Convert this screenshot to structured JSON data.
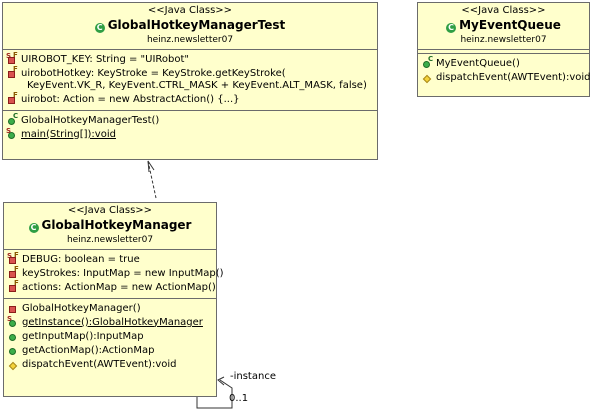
{
  "stereotype": "<<Java Class>>",
  "classes": {
    "test": {
      "name": "GlobalHotkeyManagerTest",
      "package": "heinz.newsletter07",
      "fields": [
        "UIROBOT_KEY: String = \"UIRobot\"",
        "uirobotHotkey: KeyStroke = KeyStroke.getKeyStroke(",
        "KeyEvent.VK_R, KeyEvent.CTRL_MASK + KeyEvent.ALT_MASK, false)",
        "uirobot: Action = new AbstractAction() {...}"
      ],
      "methods": [
        "GlobalHotkeyManagerTest()",
        "main(String[]):void"
      ]
    },
    "queue": {
      "name": "MyEventQueue",
      "package": "heinz.newsletter07",
      "methods": [
        "MyEventQueue()",
        "dispatchEvent(AWTEvent):void"
      ]
    },
    "manager": {
      "name": "GlobalHotkeyManager",
      "package": "heinz.newsletter07",
      "fields": [
        "DEBUG: boolean = true",
        "keyStrokes: InputMap = new InputMap()",
        "actions: ActionMap = new ActionMap()"
      ],
      "methods": [
        "GlobalHotkeyManager()",
        "getInstance():GlobalHotkeyManager",
        "getInputMap():InputMap",
        "getActionMap():ActionMap",
        "dispatchEvent(AWTEvent):void"
      ]
    }
  },
  "association": {
    "role": "-instance",
    "multiplicity": "0..1"
  },
  "icons": {
    "class_icon_letter": "C",
    "static_letter": "S",
    "final_letter": "F",
    "constructor_letter": "C"
  },
  "colors": {
    "box_fill": "#ffffcc",
    "box_border": "#6b6b6b",
    "class_icon": "#2f9e44"
  }
}
